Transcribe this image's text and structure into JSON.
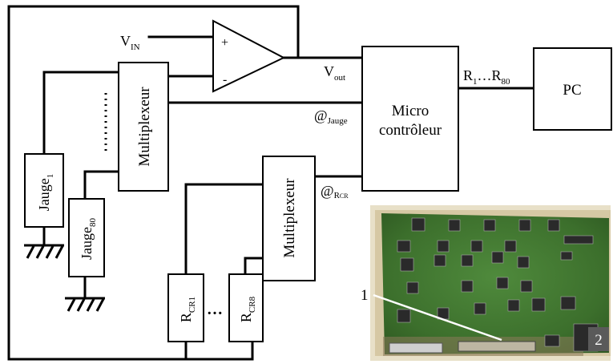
{
  "opamp": {
    "plus": "+",
    "minus": "-",
    "vin_main": "V",
    "vin_sub": "IN",
    "vout_main": "V",
    "vout_sub": "out"
  },
  "mux_gauge_label": "Multiplexeur",
  "mux_ref_label": "Multiplexeur",
  "gauge1": {
    "main": "Jauge",
    "sub": "1"
  },
  "gauge80": {
    "main": "Jauge",
    "sub": "80"
  },
  "addr_gauge": {
    "main": "@",
    "sub": "Jauge"
  },
  "addr_rcr": {
    "main": "@",
    "sub": "R",
    "sub2": "CR"
  },
  "micro": {
    "line1": "Micro",
    "line2": "contrôleur"
  },
  "results": {
    "r1": "R",
    "r1_sub": "1",
    "dots": "…",
    "r80": "R",
    "r80_sub": "80"
  },
  "pc_label": "PC",
  "rcr1": {
    "main": "R",
    "sub": "CR1"
  },
  "rcr8": {
    "main": "R",
    "sub": "CR8"
  },
  "rcr_dots": "…",
  "photo": {
    "callout_1": "1",
    "callout_2": "2"
  }
}
